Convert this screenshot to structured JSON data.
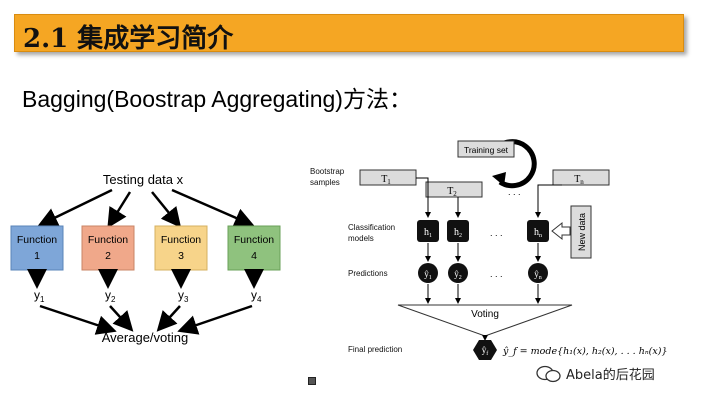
{
  "slide": {
    "title": "2.1 集成学习简介",
    "subtitle": "Bagging(Boostrap Aggregating)方法：",
    "watermark": "Abela的后花园"
  },
  "left_diagram": {
    "top_label": "Testing data x",
    "functions": [
      {
        "label": "Function",
        "num": "1",
        "output": "y",
        "sub": "1",
        "color": "#7ea6d8"
      },
      {
        "label": "Function",
        "num": "2",
        "output": "y",
        "sub": "2",
        "color": "#f0a88a"
      },
      {
        "label": "Function",
        "num": "3",
        "output": "y",
        "sub": "3",
        "color": "#f7d48a"
      },
      {
        "label": "Function",
        "num": "4",
        "output": "y",
        "sub": "4",
        "color": "#8fc27e"
      }
    ],
    "bottom_label": "Average/voting"
  },
  "right_diagram": {
    "training_set": "Training set",
    "bootstrap_label_1": "Bootstrap",
    "bootstrap_label_2": "samples",
    "samples": [
      {
        "t": "T",
        "sub": "1"
      },
      {
        "t": "T",
        "sub": "2"
      },
      {
        "t": "T",
        "sub": "n"
      }
    ],
    "dots": ". . .",
    "classification_label_1": "Classification",
    "classification_label_2": "models",
    "models": [
      {
        "h": "h",
        "sub": "1"
      },
      {
        "h": "h",
        "sub": "2"
      },
      {
        "h": "h",
        "sub": "n"
      }
    ],
    "new_data": "New data",
    "predictions_label": "Predictions",
    "predictions": [
      {
        "y": "ŷ",
        "sub": "1"
      },
      {
        "y": "ŷ",
        "sub": "2"
      },
      {
        "y": "ŷ",
        "sub": "n"
      }
    ],
    "voting": "Voting",
    "final_prediction_label": "Final prediction",
    "final_symbol": "ŷ",
    "final_sub": "f",
    "formula": "ŷ_f = mode{h₁(x), h₂(x), . . . hₙ(x)}"
  },
  "colors": {
    "title_bar": "#f5a623",
    "node_dark": "#111111",
    "sample_box": "#dcdcdc"
  }
}
